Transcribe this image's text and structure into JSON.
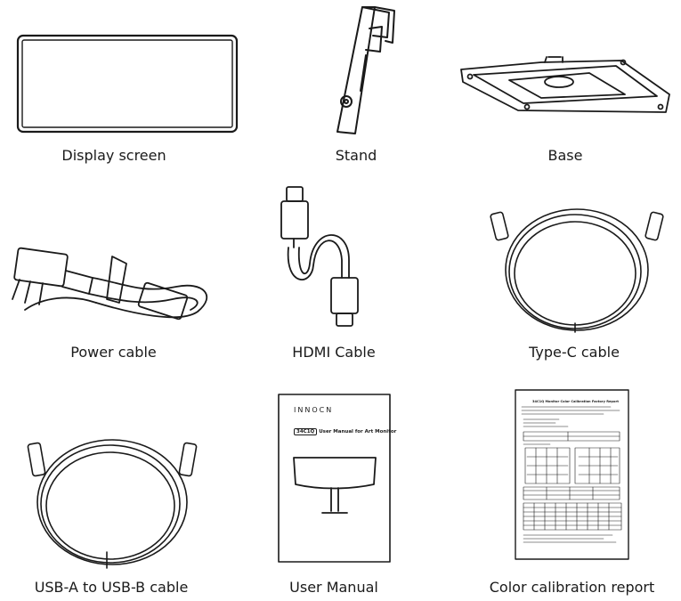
{
  "items": [
    {
      "id": "display-screen",
      "label": "Display screen"
    },
    {
      "id": "stand",
      "label": "Stand"
    },
    {
      "id": "base",
      "label": "Base"
    },
    {
      "id": "power-cable",
      "label": "Power cable"
    },
    {
      "id": "hdmi-cable",
      "label": "HDMI Cable"
    },
    {
      "id": "type-c-cable",
      "label": "Type-C cable"
    },
    {
      "id": "usb-a-to-usb-b-cable",
      "label": "USB-A to USB-B cable"
    },
    {
      "id": "user-manual",
      "label": "User Manual"
    },
    {
      "id": "color-calibration-report",
      "label": "Color calibration report"
    }
  ],
  "manual": {
    "brand": "INNOCN",
    "model_tag": "34C1Q",
    "subtitle": "User Manual for Art Monitor"
  },
  "report": {
    "title": "34C1Q Monitor Color Calibration Factory Report"
  }
}
